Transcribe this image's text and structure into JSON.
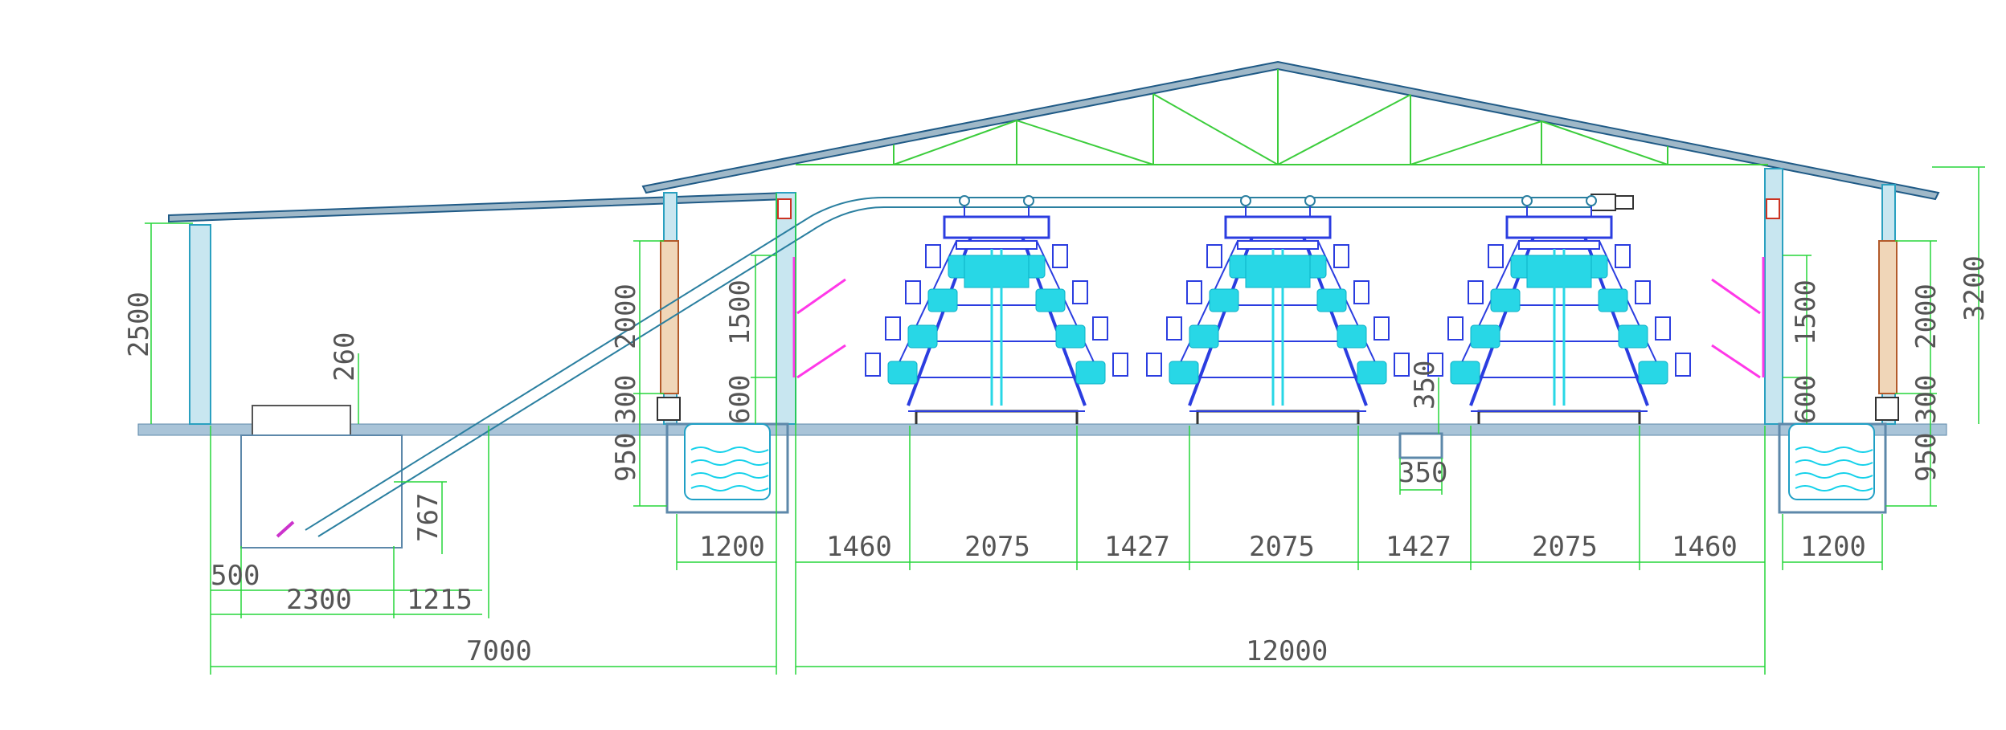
{
  "dimensions": {
    "bottom_row": [
      "500",
      "2300",
      "1215",
      "1200",
      "1460",
      "2075",
      "1427",
      "2075",
      "1427",
      "2075",
      "1460",
      "1200"
    ],
    "totals": [
      "7000",
      "12000"
    ],
    "left_height": "2500",
    "hopper_top": "260",
    "hopper_height": "767",
    "left_pad_height": "2000",
    "left_pad_base": "300",
    "left_tank_depth": "950",
    "left_inner_tall": "1500",
    "left_inner_short": "600",
    "pit_depth": "350",
    "pit_width": "350",
    "right_inner_tall": "1500",
    "right_inner_short": "600",
    "right_pad_height": "2000",
    "right_pad_base": "300",
    "right_total_height": "3200",
    "right_tank_depth": "950"
  },
  "colors": {
    "dimension_line": "#27d63a",
    "cage_frame": "#2b3de0",
    "cage_fill": "#28d7e6",
    "roof": "#1f5a86",
    "ground": "#a9c4d8",
    "nest_bar": "#ff38e8"
  }
}
